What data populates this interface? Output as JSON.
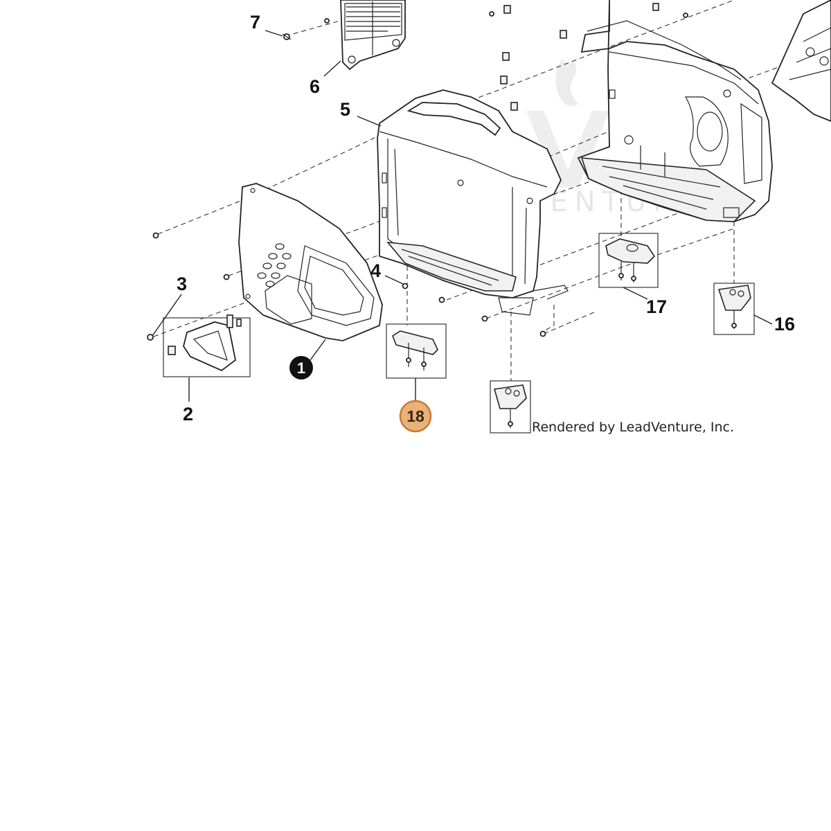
{
  "diagram": {
    "watermark": "LEADVENTURE",
    "credit": "Rendered by LeadVenture, Inc.",
    "callouts": [
      {
        "id": "1",
        "label": "1",
        "style": "filled"
      },
      {
        "id": "2",
        "label": "2",
        "style": "plain"
      },
      {
        "id": "3",
        "label": "3",
        "style": "plain"
      },
      {
        "id": "4",
        "label": "4",
        "style": "plain"
      },
      {
        "id": "5",
        "label": "5",
        "style": "plain"
      },
      {
        "id": "6",
        "label": "6",
        "style": "plain"
      },
      {
        "id": "7",
        "label": "7",
        "style": "plain"
      },
      {
        "id": "16",
        "label": "16",
        "style": "plain"
      },
      {
        "id": "17",
        "label": "17",
        "style": "plain"
      },
      {
        "id": "18",
        "label": "18",
        "style": "highlighted"
      }
    ],
    "colors": {
      "highlight_fill": "#e8b27a",
      "highlight_stroke": "#c97a35",
      "filled_callout": "#111111",
      "line": "#222222"
    }
  }
}
